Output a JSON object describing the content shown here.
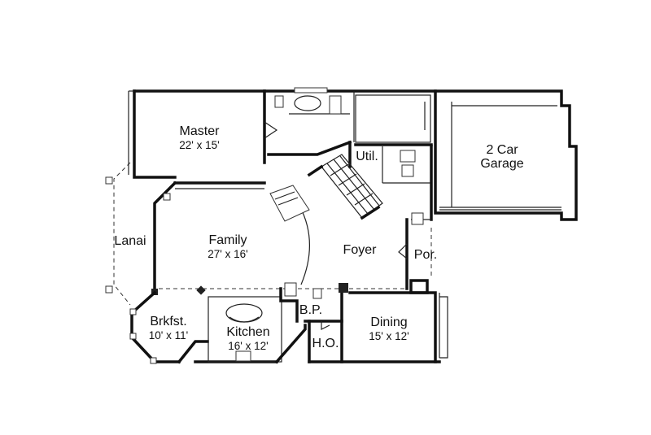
{
  "rooms": {
    "master": {
      "name": "Master",
      "dim": "22' x 15'"
    },
    "garage": {
      "name": "2 Car",
      "name2": "Garage"
    },
    "util": {
      "name": "Util."
    },
    "lanai": {
      "name": "Lanai"
    },
    "family": {
      "name": "Family",
      "dim": "27' x 16'"
    },
    "foyer": {
      "name": "Foyer"
    },
    "porch": {
      "name": "Por."
    },
    "bp": {
      "name": "B.P."
    },
    "brkfst": {
      "name": "Brkfst.",
      "dim": "10' x 11'"
    },
    "kitchen": {
      "name": "Kitchen",
      "dim": "16' x 12'"
    },
    "ho": {
      "name": "H.O."
    },
    "dining": {
      "name": "Dining",
      "dim": "15' x 12'"
    }
  }
}
